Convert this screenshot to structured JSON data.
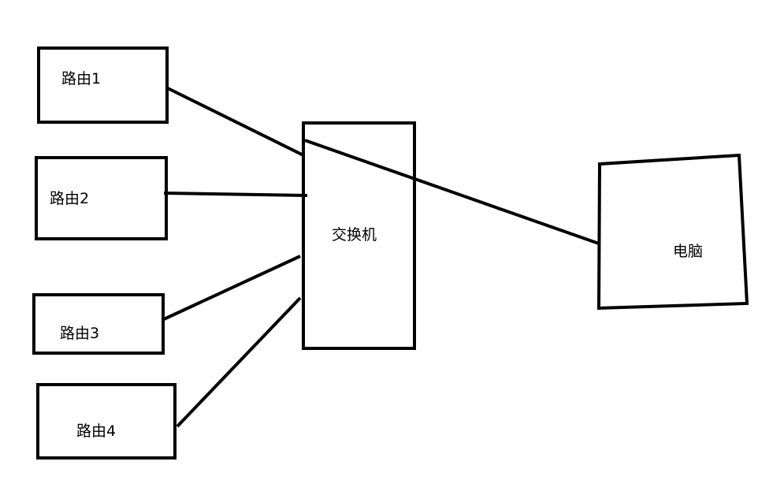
{
  "nodes": {
    "router1": {
      "label": "路由1"
    },
    "router2": {
      "label": "路由2"
    },
    "router3": {
      "label": "路由3"
    },
    "router4": {
      "label": "路由4"
    },
    "switch": {
      "label": "交换机"
    },
    "computer": {
      "label": "电脑"
    }
  },
  "colors": {
    "stroke": "#000000",
    "background": "#ffffff"
  }
}
